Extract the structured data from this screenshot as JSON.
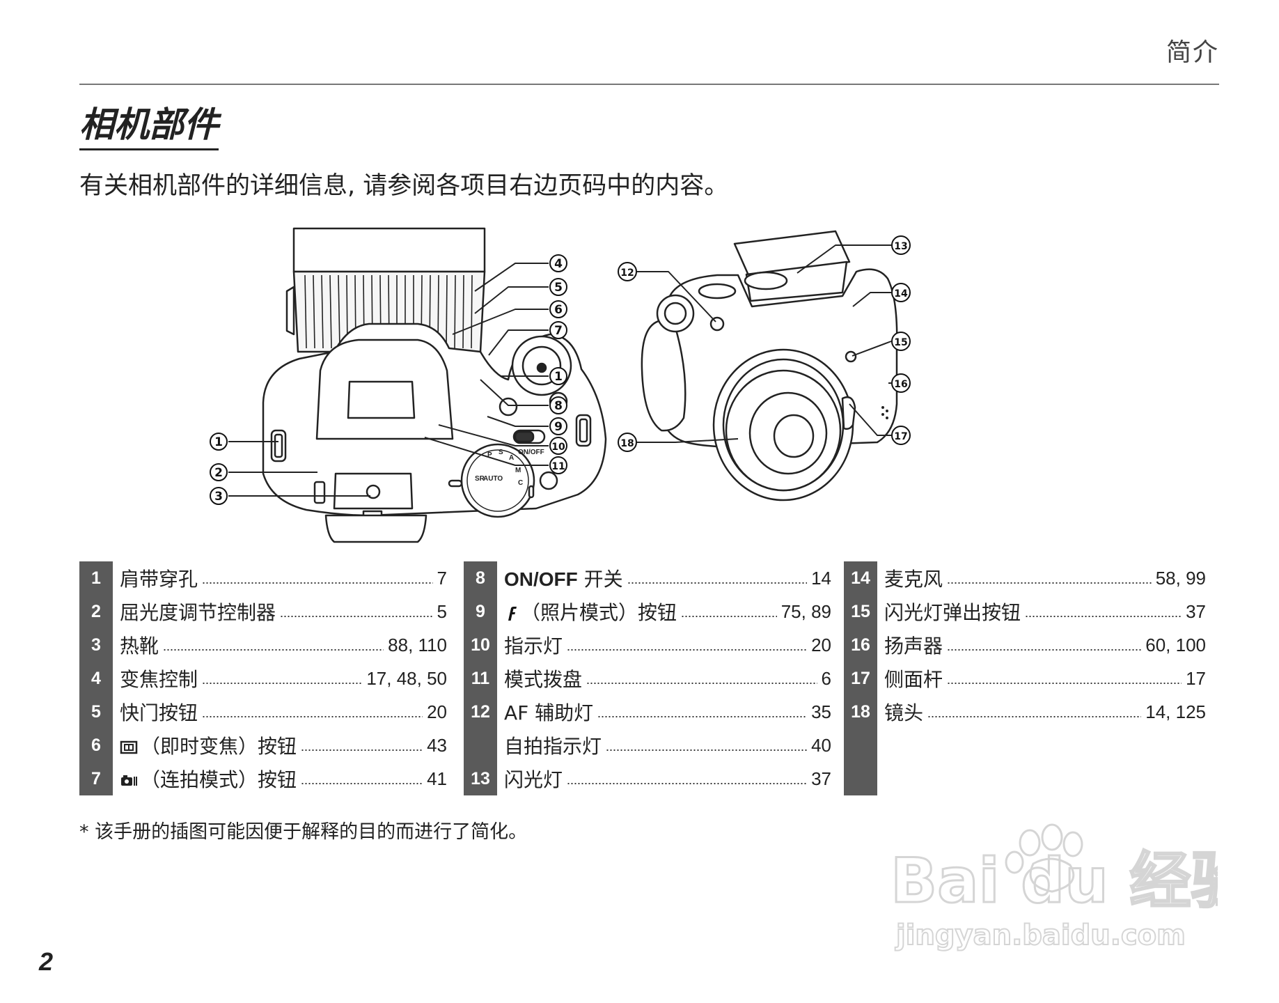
{
  "header": {
    "section": "简介"
  },
  "title": "相机部件",
  "intro": "有关相机部件的详细信息, 请参阅各项目右边页码中的内容。",
  "diagram": {
    "callouts_top_view": [
      "1",
      "2",
      "3",
      "4",
      "5",
      "6",
      "7",
      "1",
      "8",
      "9",
      "10",
      "11"
    ],
    "callouts_front_view": [
      "12",
      "13",
      "14",
      "15",
      "16",
      "17",
      "18"
    ],
    "dial_labels": {
      "on_off": "ON/OFF",
      "sr": "SR",
      "auto": "AUTO",
      "p": "P",
      "s": "S",
      "a": "A",
      "m": "M",
      "c": "C"
    }
  },
  "parts_columns": [
    [
      {
        "num": "1",
        "name": "肩带穿孔",
        "page": "7"
      },
      {
        "num": "2",
        "name": "屈光度调节控制器",
        "page": "5"
      },
      {
        "num": "3",
        "name": "热靴",
        "page": "88, 110"
      },
      {
        "num": "4",
        "name": "变焦控制",
        "page": "17, 48, 50"
      },
      {
        "num": "5",
        "name": "快门按钮",
        "page": "20"
      },
      {
        "num": "6",
        "icon": "instant-zoom-icon",
        "name": "（即时变焦）按钮",
        "page": "43"
      },
      {
        "num": "7",
        "icon": "burst-mode-icon",
        "name": "（连拍模式）按钮",
        "page": "41"
      }
    ],
    [
      {
        "num": "8",
        "bold": "ON/OFF",
        "name": " 开关",
        "page": "14"
      },
      {
        "num": "9",
        "icon": "f-mode-icon",
        "name": "（照片模式）按钮",
        "page": "75, 89"
      },
      {
        "num": "10",
        "name": "指示灯",
        "page": "20"
      },
      {
        "num": "11",
        "name": "模式拨盘",
        "page": "6"
      },
      {
        "num": "12",
        "name": "AF 辅助灯",
        "page": "35"
      },
      {
        "num": "",
        "name": "自拍指示灯",
        "page": "40"
      },
      {
        "num": "13",
        "name": "闪光灯",
        "page": "37"
      }
    ],
    [
      {
        "num": "14",
        "name": "麦克风",
        "page": "58, 99"
      },
      {
        "num": "15",
        "name": "闪光灯弹出按钮",
        "page": "37"
      },
      {
        "num": "16",
        "name": "扬声器",
        "page": "60, 100"
      },
      {
        "num": "17",
        "name": "侧面杆",
        "page": "17"
      },
      {
        "num": "18",
        "name": "镜头",
        "page": "14, 125"
      }
    ]
  ],
  "footnote": "* 该手册的插图可能因便于解释的目的而进行了简化。",
  "page_number": "2",
  "watermark": {
    "brand": "Bai du 经验",
    "url": "jingyan.baidu.com"
  }
}
